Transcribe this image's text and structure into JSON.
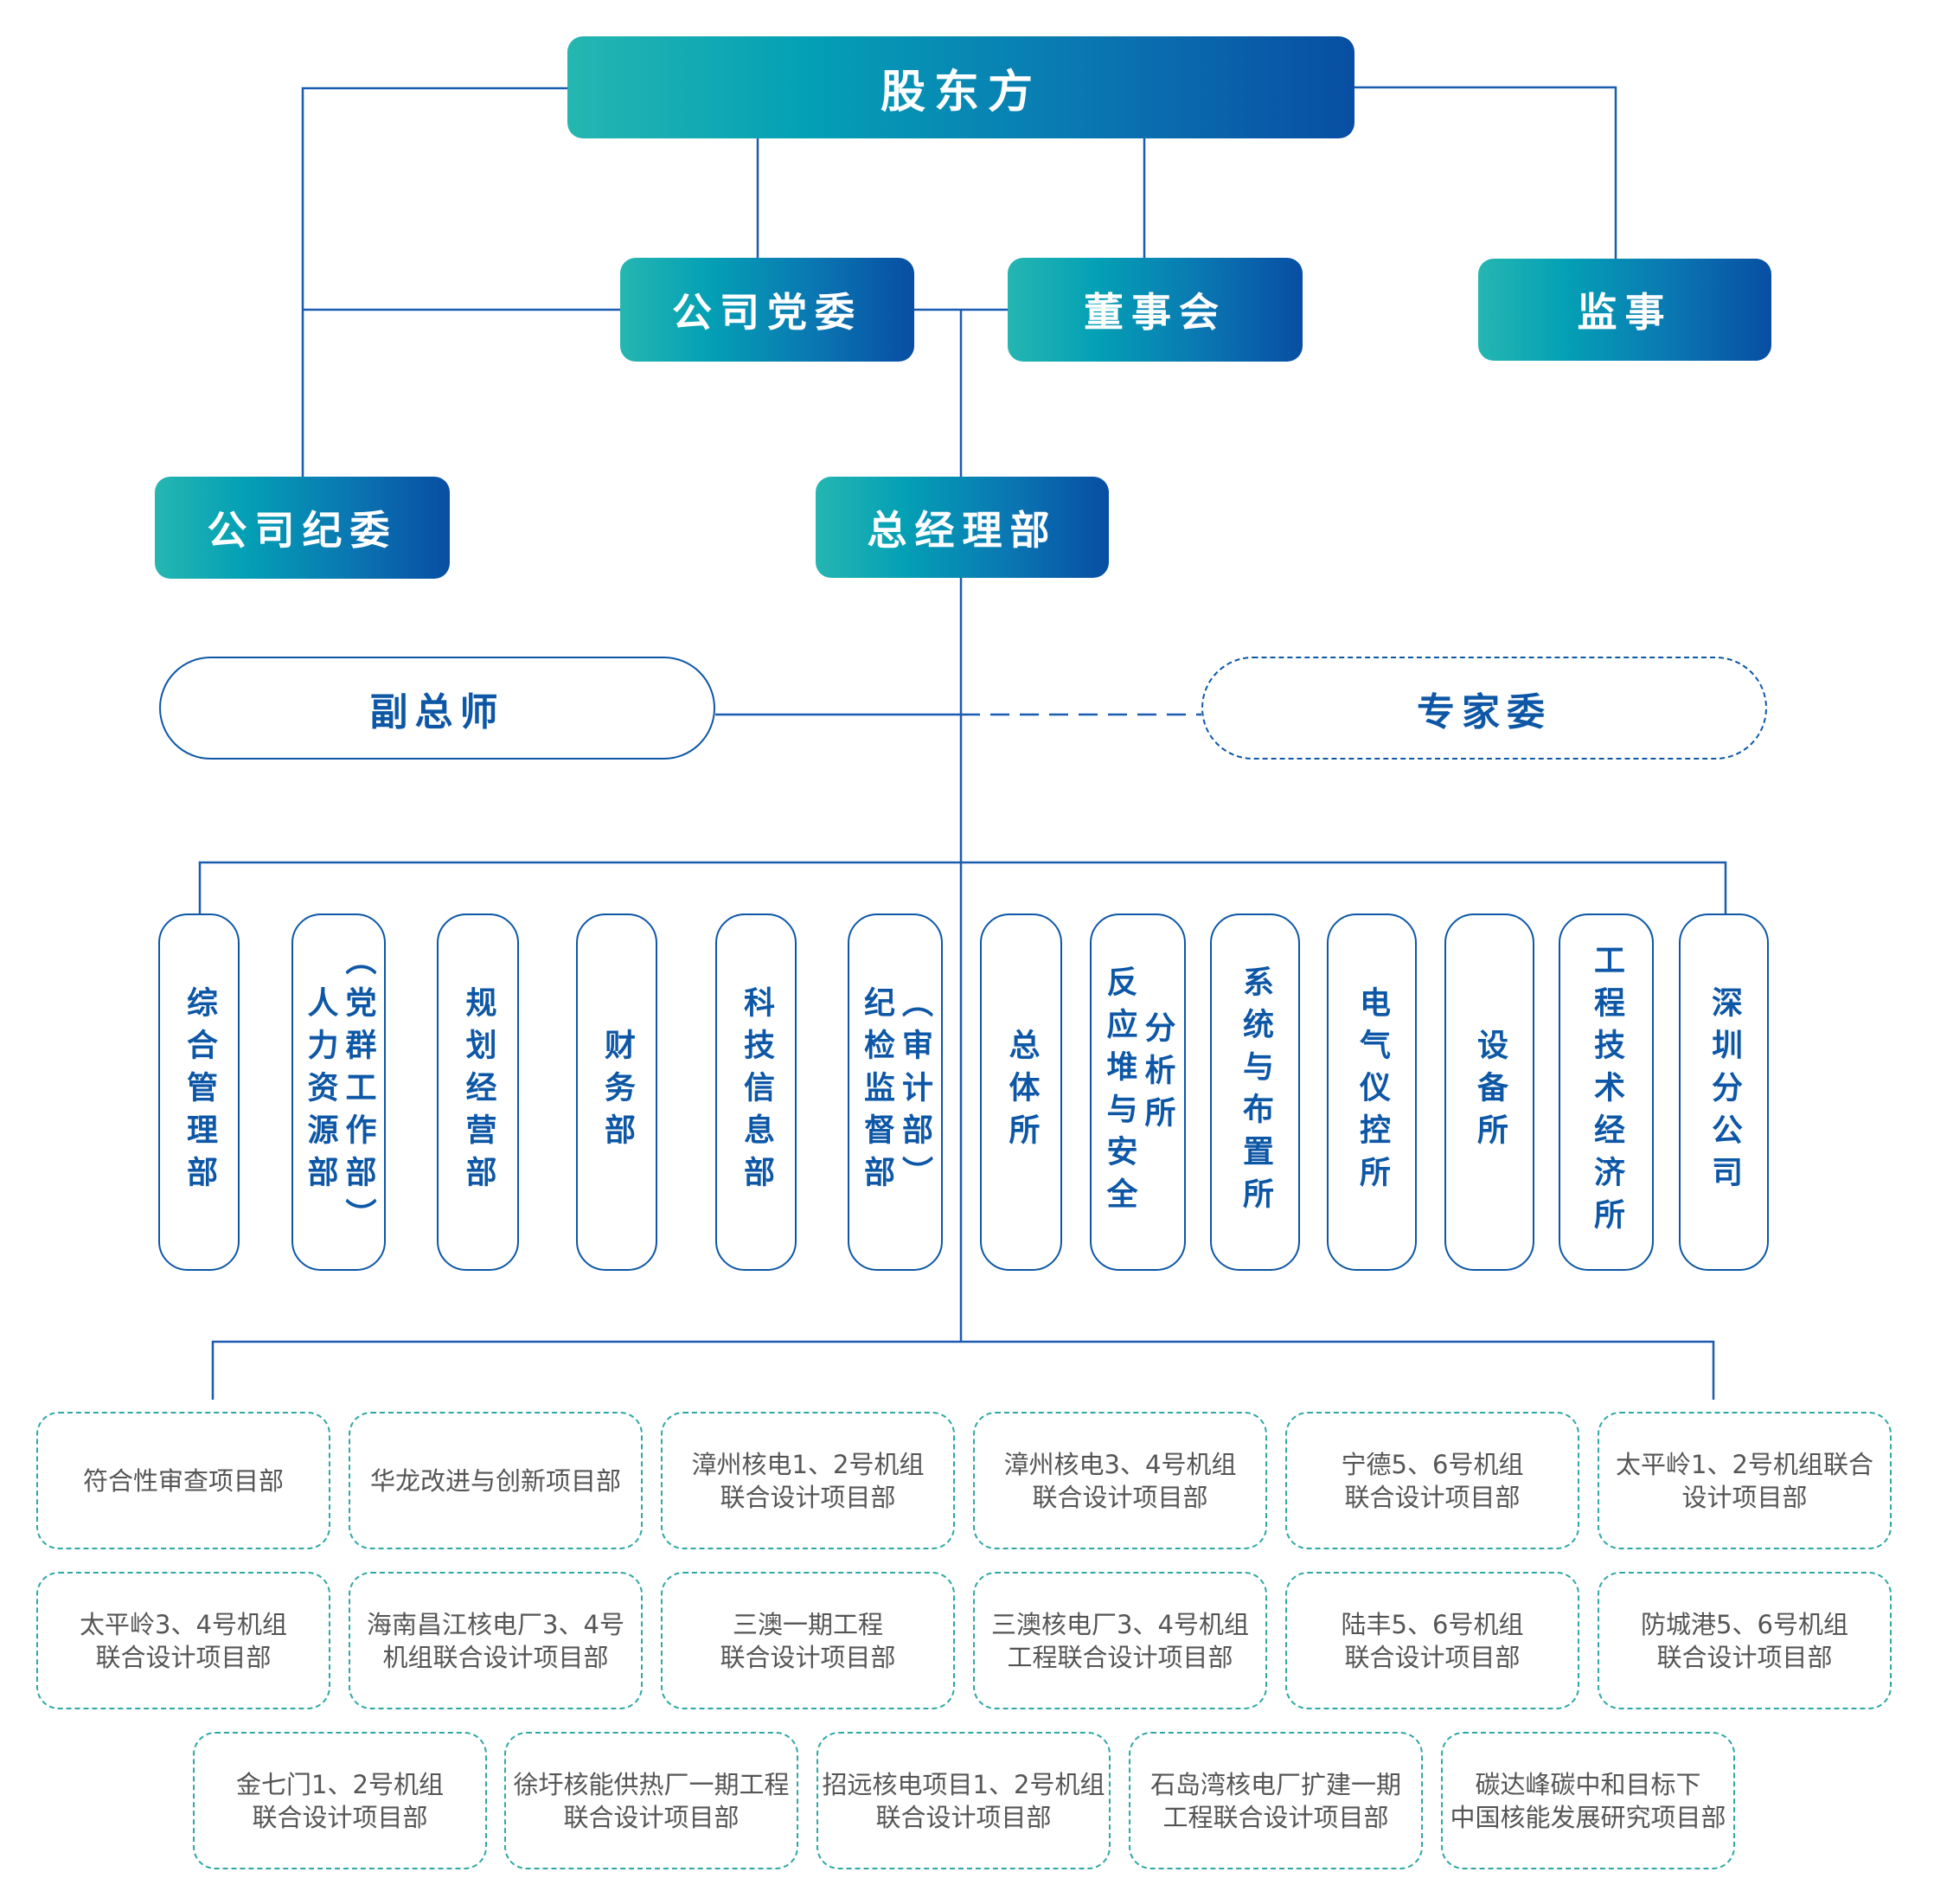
{
  "title": "组织架构图",
  "colors": {
    "line": "#1a5cb0",
    "gradient_start": "#25b6b1",
    "gradient_end": "#084ea3",
    "dept_text": "#0d57a6",
    "project_border": "#2fa8a3",
    "project_text": "#555555"
  },
  "top": {
    "shareholders": "股东方",
    "party_committee": "公司党委",
    "board": "董事会",
    "supervisor": "监事",
    "discipline_committee": "公司纪委",
    "general_manager": "总经理部"
  },
  "advisors": {
    "deputy_chief_engineer": "副总师",
    "expert_committee": "专家委"
  },
  "departments": [
    {
      "cols": [
        "综合管理部"
      ]
    },
    {
      "cols": [
        "（党群工作部）",
        "人力资源部"
      ]
    },
    {
      "cols": [
        "规划经营部"
      ]
    },
    {
      "cols": [
        "财务部"
      ]
    },
    {
      "cols": [
        "科技信息部"
      ]
    },
    {
      "cols": [
        "（审计部）",
        "纪检监督部"
      ]
    },
    {
      "cols": [
        "总体所"
      ]
    },
    {
      "cols": [
        "分析所",
        "反应堆与安全"
      ]
    },
    {
      "cols": [
        "系统与布置所"
      ]
    },
    {
      "cols": [
        "电气仪控所"
      ]
    },
    {
      "cols": [
        "设备所"
      ]
    },
    {
      "cols": [
        "工程技术经济所"
      ]
    },
    {
      "cols": [
        "深圳分公司"
      ]
    }
  ],
  "projects": [
    {
      "lines": [
        "符合性审查项目部"
      ]
    },
    {
      "lines": [
        "华龙改进与创新项目部"
      ]
    },
    {
      "lines": [
        "漳州核电1、2号机组",
        "联合设计项目部"
      ]
    },
    {
      "lines": [
        "漳州核电3、4号机组",
        "联合设计项目部"
      ]
    },
    {
      "lines": [
        "宁德5、6号机组",
        "联合设计项目部"
      ]
    },
    {
      "lines": [
        "太平岭1、2号机组联合",
        "设计项目部"
      ]
    },
    {
      "lines": [
        "太平岭3、4号机组",
        "联合设计项目部"
      ]
    },
    {
      "lines": [
        "海南昌江核电厂3、4号",
        "机组联合设计项目部"
      ]
    },
    {
      "lines": [
        "三澳一期工程",
        "联合设计项目部"
      ]
    },
    {
      "lines": [
        "三澳核电厂3、4号机组",
        "工程联合设计项目部"
      ]
    },
    {
      "lines": [
        "陆丰5、6号机组",
        "联合设计项目部"
      ]
    },
    {
      "lines": [
        "防城港5、6号机组",
        "联合设计项目部"
      ]
    },
    {
      "lines": [
        "金七门1、2号机组",
        "联合设计项目部"
      ]
    },
    {
      "lines": [
        "徐圩核能供热厂一期工程",
        "联合设计项目部"
      ]
    },
    {
      "lines": [
        "招远核电项目1、2号机组",
        "联合设计项目部"
      ]
    },
    {
      "lines": [
        "石岛湾核电厂扩建一期",
        "工程联合设计项目部"
      ]
    },
    {
      "lines": [
        "碳达峰碳中和目标下",
        "中国核能发展研究项目部"
      ]
    }
  ]
}
